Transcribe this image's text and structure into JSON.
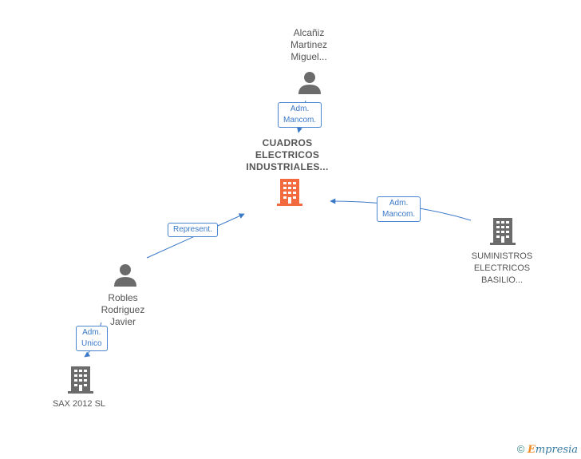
{
  "nodes": {
    "alcaniz": {
      "lines": [
        "Alcañiz",
        "Martinez",
        "Miguel..."
      ]
    },
    "cuadros": {
      "lines": [
        "CUADROS",
        "ELECTRICOS",
        "INDUSTRIALES..."
      ]
    },
    "suministros": {
      "lines": [
        "SUMINISTROS",
        "ELECTRICOS",
        "BASILIO..."
      ]
    },
    "robles": {
      "lines": [
        "Robles",
        "Rodriguez",
        "Javier"
      ]
    },
    "sax": {
      "lines": [
        "SAX 2012 SL"
      ]
    }
  },
  "edges": {
    "alcaniz_cuadros": {
      "lines": [
        "Adm.",
        "Mancom."
      ]
    },
    "suministros_cuadros": {
      "lines": [
        "Adm.",
        "Mancom."
      ]
    },
    "robles_cuadros": {
      "lines": [
        "Represent."
      ]
    },
    "robles_sax": {
      "lines": [
        "Adm.",
        "Unico"
      ]
    }
  },
  "colors": {
    "edge": "#3a78c8",
    "person": "#6b6b6b",
    "company": "#6b6b6b",
    "main_company": "#f26a3d"
  },
  "icons": {
    "person": "person-icon",
    "company": "building-icon",
    "main": "building-icon"
  },
  "copyright": {
    "symbol": "©",
    "brand_first": "E",
    "brand_rest": "mpresia"
  }
}
